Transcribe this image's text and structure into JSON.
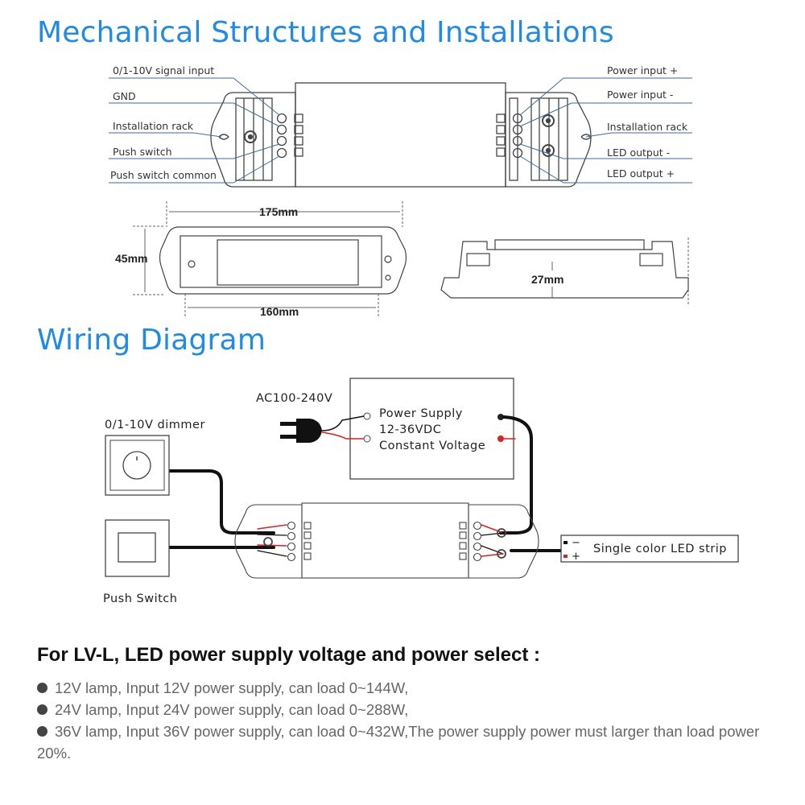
{
  "mechanical": {
    "title": "Mechanical Structures and Installations",
    "left_labels": [
      "0/1-10V signal input",
      "GND",
      "Installation rack",
      "Push switch",
      "Push switch common"
    ],
    "right_labels": [
      "Power input +",
      "Power input -",
      "Installation rack",
      "LED output -",
      "LED output +"
    ],
    "dimensions": {
      "length_outer": "175mm",
      "length_inner": "160mm",
      "width": "45mm",
      "height": "27mm"
    }
  },
  "wiring": {
    "title": "Wiring Diagram",
    "ac_label": "AC100-240V",
    "power_supply": [
      "Power Supply",
      "12-36VDC",
      "Constant Voltage"
    ],
    "dimmer_label": "0/1-10V dimmer",
    "switch_label": "Push Switch",
    "led_strip_label": "Single color LED strip",
    "wire_colors": {
      "positive": "#e02020",
      "negative": "#111111"
    }
  },
  "notes": {
    "heading": "For LV-L, LED power supply voltage and power select :",
    "items": [
      "12V lamp, Input 12V power supply, can load 0~144W,",
      "24V lamp, Input 24V power supply, can load 0~288W,",
      "36V lamp, Input 36V power supply, can load 0~432W,The power supply power must larger than load power 20%."
    ]
  },
  "colors": {
    "title": "#1f8be6",
    "leader_lines": "#3b6e9c"
  }
}
